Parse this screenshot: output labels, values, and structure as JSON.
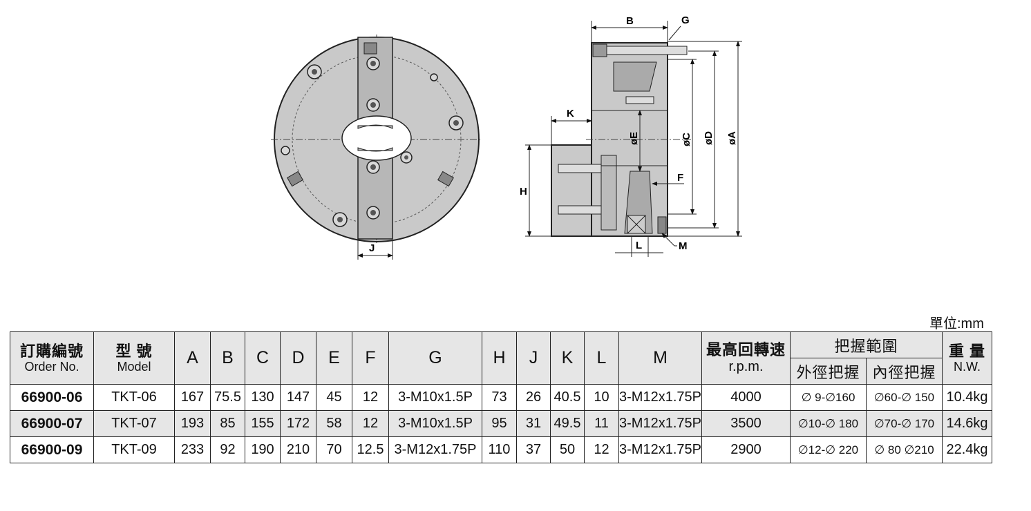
{
  "unit_label": "單位:mm",
  "drawing_labels": {
    "front_j": "J",
    "side_b": "B",
    "side_g": "G",
    "side_k": "K",
    "side_h": "H",
    "side_e": "øE",
    "side_c": "øC",
    "side_d": "øD",
    "side_a": "øA",
    "side_f": "F",
    "side_l": "L",
    "side_m": "M"
  },
  "table": {
    "headers": {
      "order_cn": "訂購編號",
      "order_en": "Order No.",
      "model_cn": "型 號",
      "model_en": "Model",
      "A": "A",
      "B": "B",
      "C": "C",
      "D": "D",
      "E": "E",
      "F": "F",
      "G": "G",
      "H": "H",
      "J": "J",
      "K": "K",
      "L": "L",
      "M": "M",
      "rpm_cn": "最高回轉速",
      "rpm_en": "r.p.m.",
      "grip_cn": "把握範圍",
      "grip_outer": "外徑把握",
      "grip_inner": "內徑把握",
      "weight_cn": "重 量",
      "weight_en": "N.W."
    },
    "rows": [
      {
        "order": "66900-06",
        "model": "TKT-06",
        "A": "167",
        "B": "75.5",
        "C": "130",
        "D": "147",
        "E": "45",
        "F": "12",
        "G": "3-M10x1.5P",
        "H": "73",
        "J": "26",
        "K": "40.5",
        "L": "10",
        "M": "3-M12x1.75P",
        "rpm": "4000",
        "outer": "∅ 9-∅160",
        "inner": "∅60-∅ 150",
        "weight": "10.4kg"
      },
      {
        "order": "66900-07",
        "model": "TKT-07",
        "A": "193",
        "B": "85",
        "C": "155",
        "D": "172",
        "E": "58",
        "F": "12",
        "G": "3-M10x1.5P",
        "H": "95",
        "J": "31",
        "K": "49.5",
        "L": "11",
        "M": "3-M12x1.75P",
        "rpm": "3500",
        "outer": "∅10-∅ 180",
        "inner": "∅70-∅ 170",
        "weight": "14.6kg"
      },
      {
        "order": "66900-09",
        "model": "TKT-09",
        "A": "233",
        "B": "92",
        "C": "190",
        "D": "210",
        "E": "70",
        "F": "12.5",
        "G": "3-M12x1.75P",
        "H": "110",
        "J": "37",
        "K": "50",
        "L": "12",
        "M": "3-M12x1.75P",
        "rpm": "2900",
        "outer": "∅12-∅ 220",
        "inner": "∅ 80 ∅210",
        "weight": "22.4kg"
      }
    ]
  }
}
